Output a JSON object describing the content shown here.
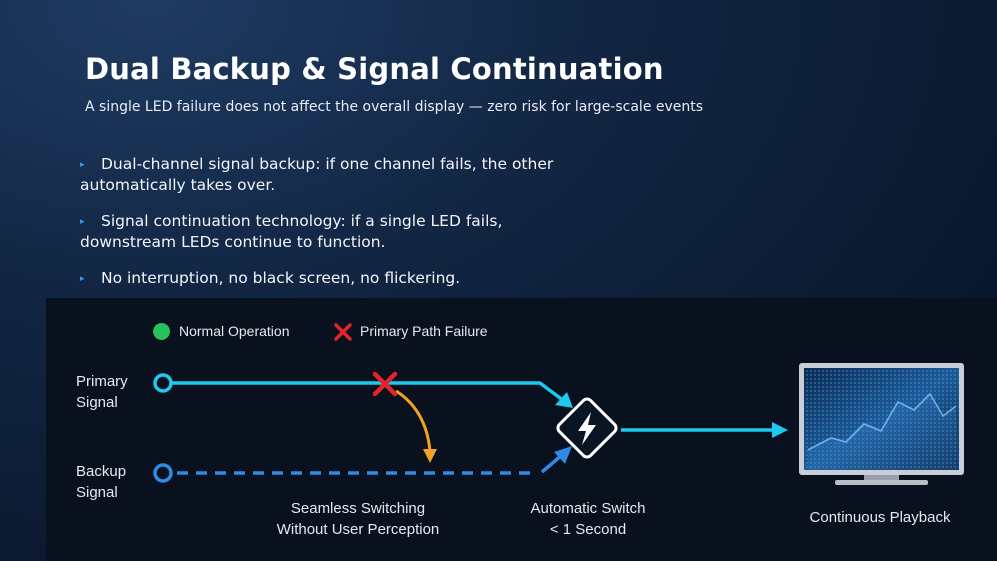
{
  "title": "Dual Backup & Signal Continuation",
  "subtitle": "A single LED failure does not affect the overall display — zero risk for large-scale events",
  "bullets": [
    {
      "line1": "Dual-channel signal backup: if one channel fails, the other",
      "line2": "automatically takes over."
    },
    {
      "line1": "Signal continuation technology: if a single LED fails,",
      "line2": "downstream LEDs continue to function."
    },
    {
      "line1": "No interruption, no black screen, no flickering.",
      "line2": ""
    }
  ],
  "bullet_marker": "▸",
  "diagram": {
    "legend": {
      "normal": "Normal Operation",
      "failure": "Primary Path Failure"
    },
    "primary": {
      "line1": "Primary",
      "line2": "Signal"
    },
    "backup": {
      "line1": "Backup",
      "line2": "Signal"
    },
    "seamless": {
      "line1": "Seamless Switching",
      "line2": "Without User Perception"
    },
    "auto_switch": {
      "line1": "Automatic Switch",
      "line2": "< 1 Second"
    },
    "output": "Continuous Playback"
  },
  "colors": {
    "primary_line": "#1fc8ef",
    "backup_line": "#2f8ae6",
    "failover_arrow": "#f2a323",
    "failure_mark": "#e4232a",
    "normal_dot": "#25c35a"
  },
  "icons": [
    "bullet-marker-icon",
    "green-dot-icon",
    "red-x-icon",
    "lightning-icon",
    "monitor-icon"
  ]
}
